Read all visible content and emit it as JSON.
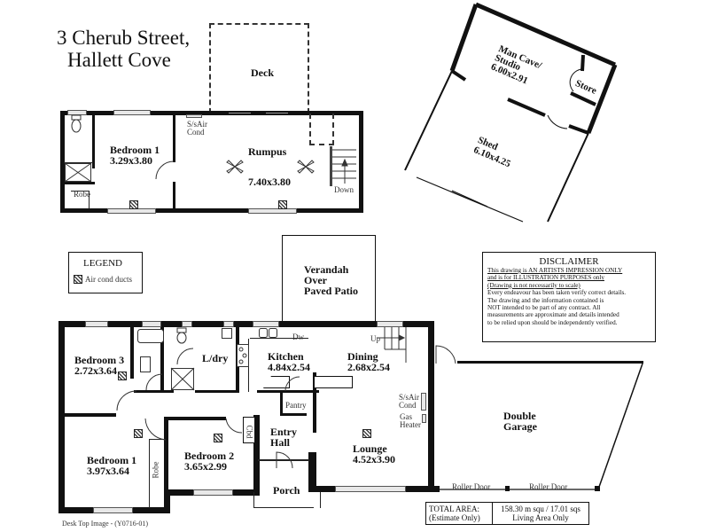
{
  "title": {
    "line1": "3 Cherub Street,",
    "line2": "Hallett Cove"
  },
  "upper_floor": {
    "deck": "Deck",
    "bedroom1": {
      "name": "Bedroom 1",
      "size": "3.29x3.80"
    },
    "rumpus": {
      "name": "Rumpus",
      "size": "7.40x3.80"
    },
    "aircon": {
      "line1": "S/sAir",
      "line2": "Cond"
    },
    "robe": "Robe",
    "stairs": "Down"
  },
  "shed_building": {
    "man_cave": {
      "line1": "Man Cave/",
      "line2": "Studio",
      "size": "6.00x2.91"
    },
    "store": "Store",
    "shed": {
      "name": "Shed",
      "size": "6.10x4.25"
    }
  },
  "legend": {
    "title": "LEGEND",
    "item": "Air cond ducts"
  },
  "disclaimer": {
    "title": "DISCLAIMER",
    "underlined": [
      "This drawing is AN ARTISTS IMPRESSION ONLY",
      "and is for ILLUSTRATION PURPOSES only",
      "(Drawing is not necessarily to scale)"
    ],
    "body": [
      "Every endeavour has been taken verify correct details.",
      "The drawing and the information contained is",
      "NOT intended to be part of any contract.  All",
      "measurements are approximate and details intended",
      "to be relied upon should be independently verified."
    ]
  },
  "ground_floor": {
    "verandah": {
      "line1": "Verandah",
      "line2": "Over",
      "line3": "Paved Patio"
    },
    "bedroom3": {
      "name": "Bedroom 3",
      "size": "2.72x3.64"
    },
    "laundry": "L/dry",
    "kitchen": {
      "name": "Kitchen",
      "size": "4.84x2.54"
    },
    "dining": {
      "name": "Dining",
      "size": "2.68x2.54"
    },
    "dishwasher": "Dw",
    "stairs_up": "Up",
    "pantry": "Pantry",
    "aircon": {
      "line1": "S/sAir",
      "line2": "Cond"
    },
    "gas_heater": {
      "line1": "Gas",
      "line2": "Heater"
    },
    "bedroom1": {
      "name": "Bedroom 1",
      "size": "3.97x3.64"
    },
    "robe": "Robe",
    "bedroom2": {
      "name": "Bedroom 2",
      "size": "3.65x2.99"
    },
    "cbd": "Cbd",
    "entry": {
      "line1": "Entry",
      "line2": "Hall"
    },
    "lounge": {
      "name": "Lounge",
      "size": "4.52x3.90"
    },
    "porch": "Porch",
    "garage": {
      "line1": "Double",
      "line2": "Garage"
    },
    "roller_door_1": "Roller Door",
    "roller_door_2": "Roller Door"
  },
  "total_area": {
    "label1": "TOTAL AREA:",
    "label2": "(Estimate Only)",
    "value1": "158.30 m squ /  17.01 sqs",
    "value2": "Living Area Only"
  },
  "footer": "Desk Top Image - (Y0716-01)"
}
